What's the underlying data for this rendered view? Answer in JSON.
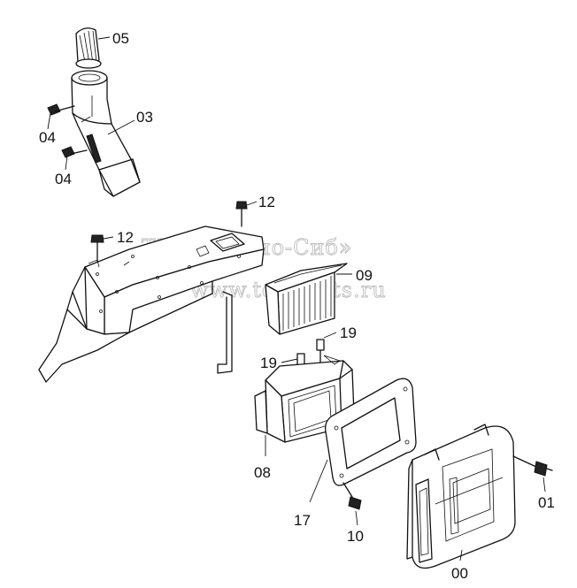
{
  "watermark": {
    "line1": "ТПК «Техно-Сиб»",
    "line2": "www.tehnokts.ru"
  },
  "labels": {
    "p05": "05",
    "p03": "03",
    "p04a": "04",
    "p04b": "04",
    "p12a": "12",
    "p12b": "12",
    "p09": "09",
    "p19a": "19",
    "p19b": "19",
    "p08": "08",
    "p17": "17",
    "p10": "10",
    "p01": "01",
    "p00": "00"
  }
}
